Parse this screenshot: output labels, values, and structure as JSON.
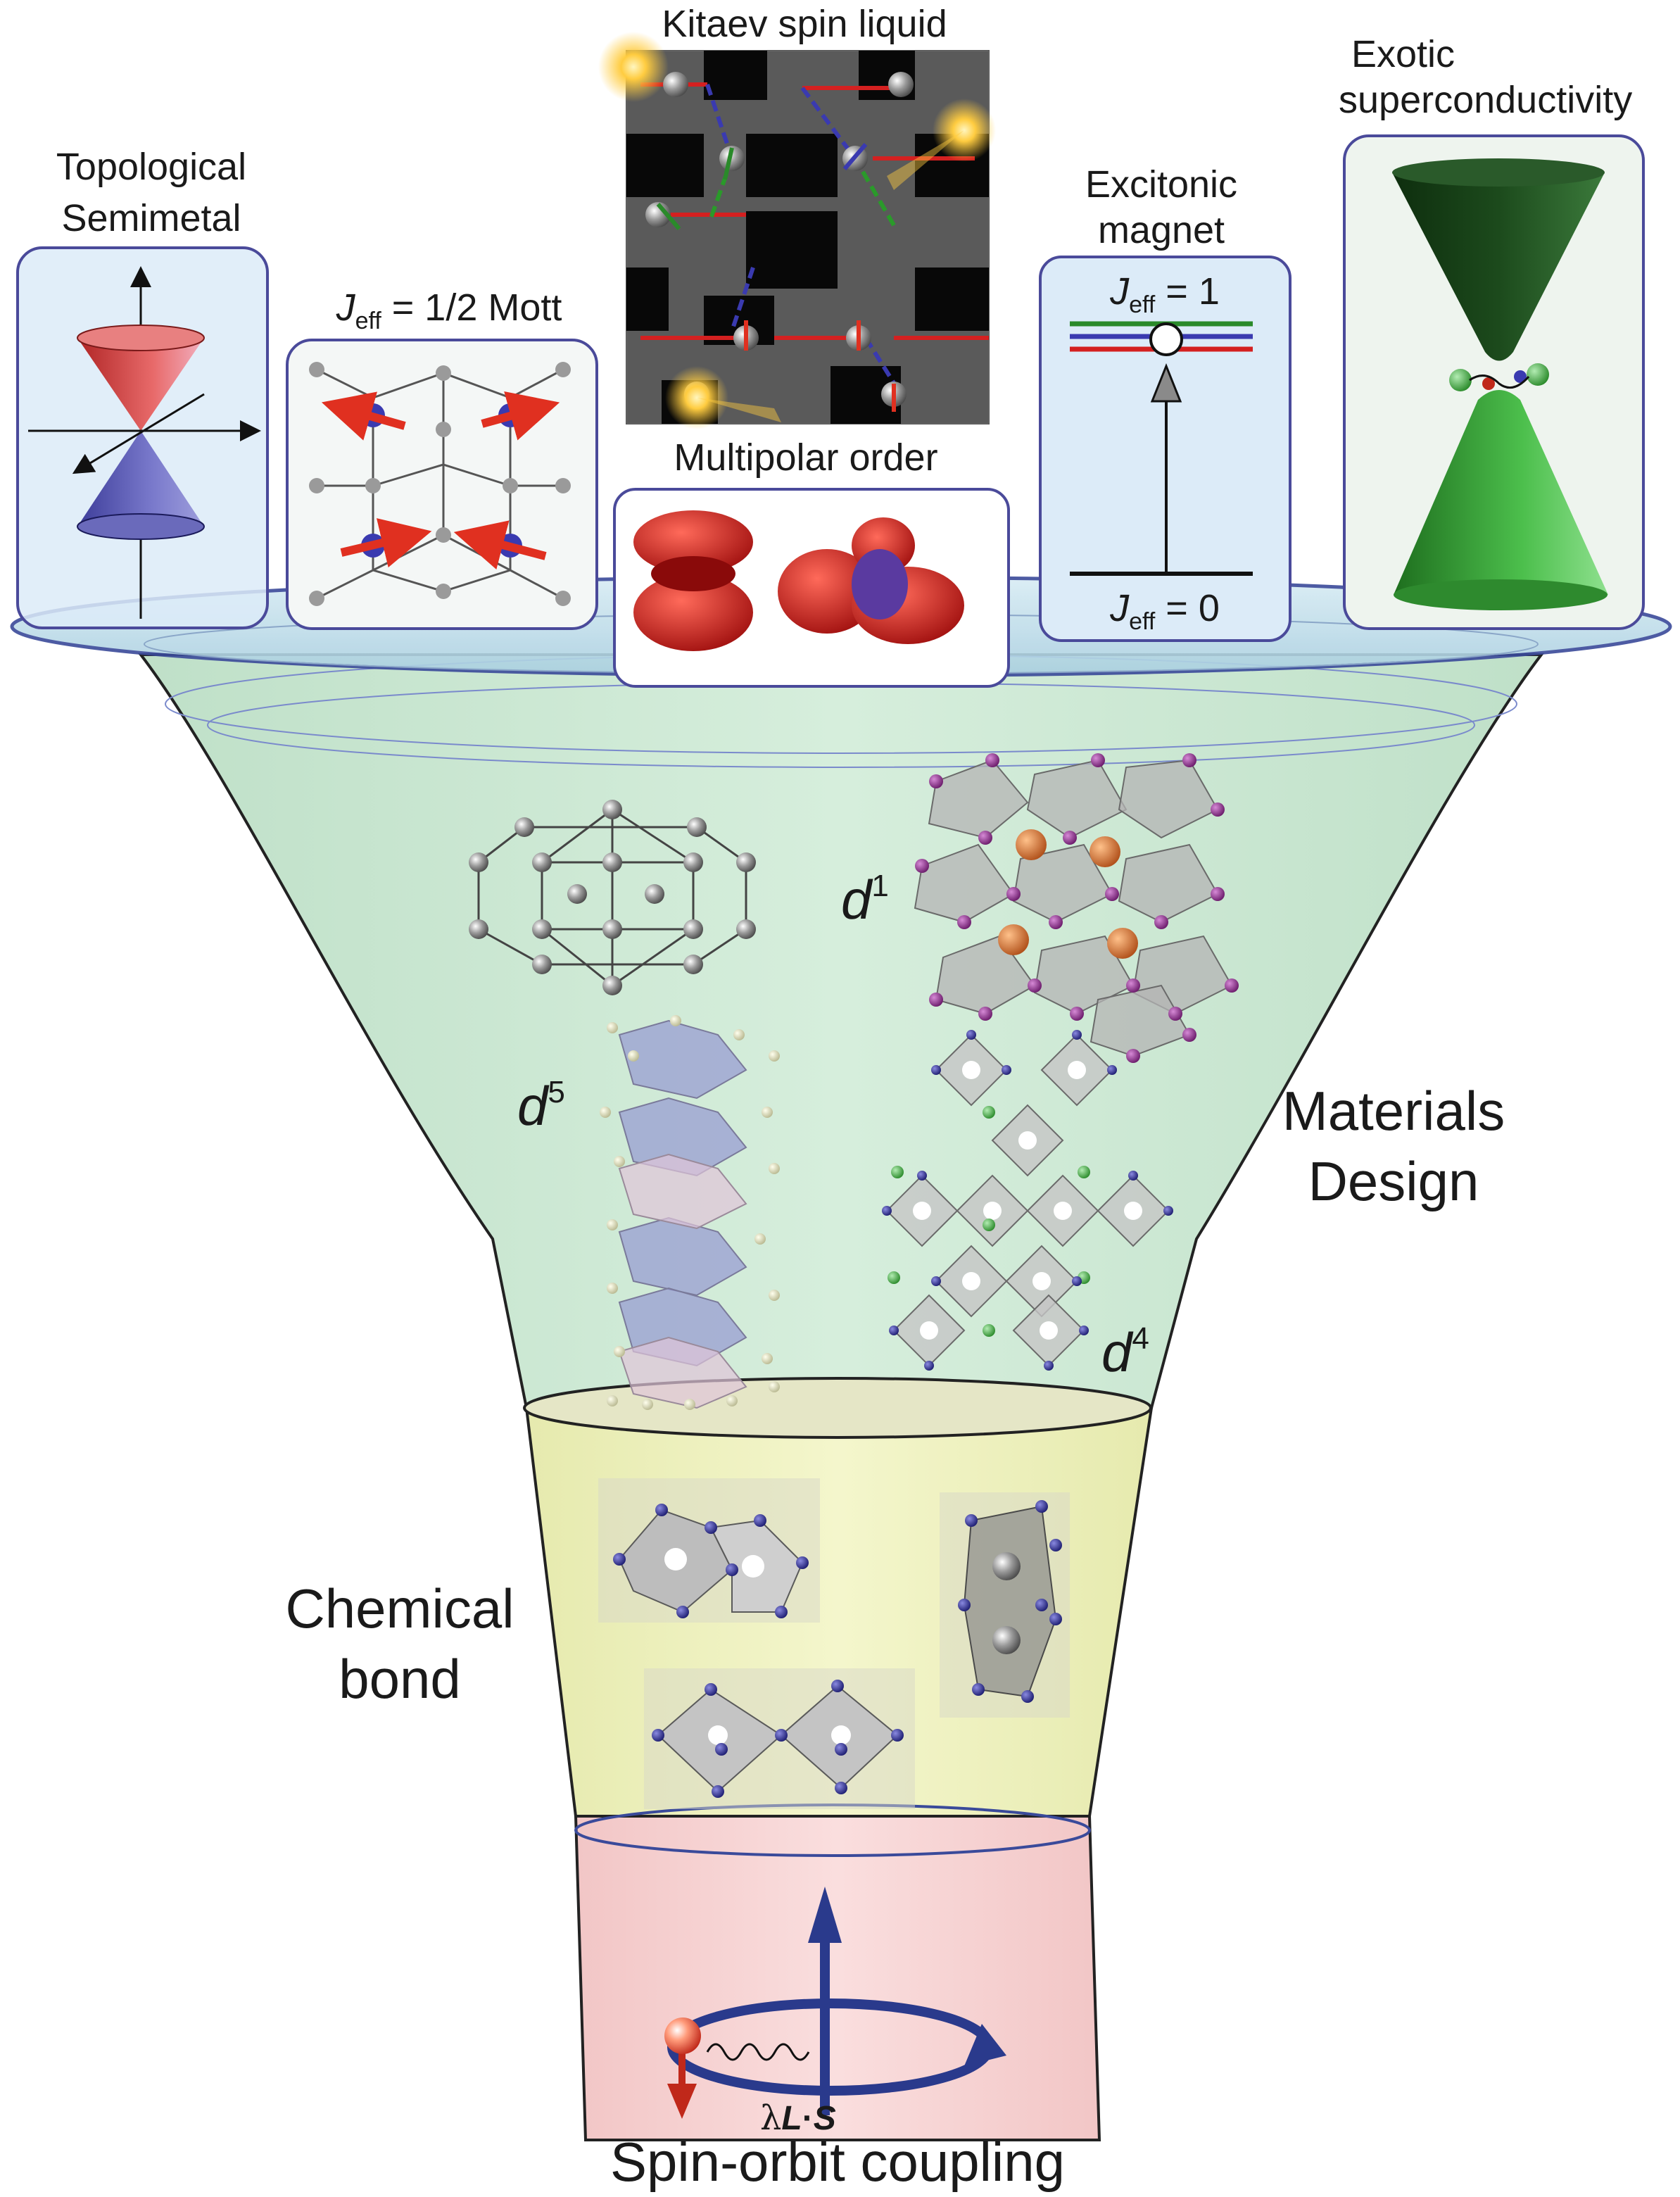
{
  "panels": {
    "topological": {
      "line1": "Topological",
      "line2": "Semimetal"
    },
    "jeff_mott": {
      "j": "J",
      "sub": "eff",
      "rest": " = 1/2 Mott"
    },
    "kitaev": {
      "title": "Kitaev spin liquid"
    },
    "multipolar": {
      "title": "Multipolar order"
    },
    "excitonic": {
      "line1": "Excitonic",
      "line2": "magnet",
      "upper_j": "J",
      "upper_sub": "eff",
      "upper_rest": " = 1",
      "lower_j": "J",
      "lower_sub": "eff",
      "lower_rest": " = 0"
    },
    "superconductivity": {
      "line1": "Exotic",
      "line2": "superconductivity"
    }
  },
  "funnel": {
    "materials": {
      "line1": "Materials",
      "line2": "Design"
    },
    "chemical": {
      "line1": "Chemical",
      "line2": "bond"
    },
    "soc_formula": {
      "lambda": "λ",
      "L": "L",
      "dot": "·",
      "S": "S"
    },
    "soc_label": "Spin-orbit coupling",
    "d1": {
      "d": "d",
      "sup": "1"
    },
    "d5": {
      "d": "d",
      "sup": "5"
    },
    "d4": {
      "d": "d",
      "sup": "4"
    }
  },
  "colors": {
    "panel_border": "#4a4a9a",
    "funnel_green": "#cfe9d6",
    "funnel_yellow": "#f0f2c2",
    "funnel_pink": "#f7d5d5",
    "cone_red": "#d94040",
    "cone_blue": "#5555bb",
    "cone_green": "#3a9e3a",
    "arrow_blue": "#2a3a8c",
    "spin_red": "#e03020"
  }
}
